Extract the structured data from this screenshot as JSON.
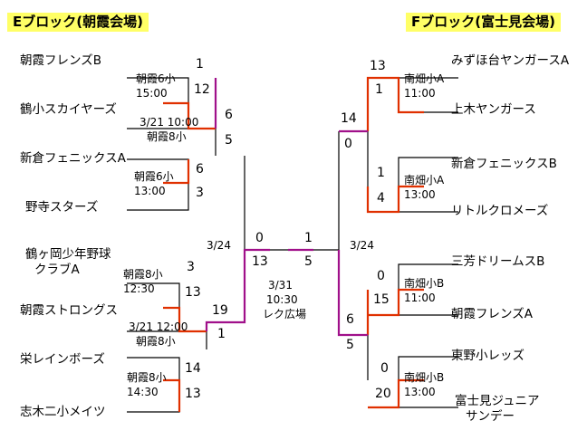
{
  "blocks": {
    "e": {
      "title": "Eブロック(朝霞会場)"
    },
    "f": {
      "title": "Fブロック(富士見会場)"
    }
  },
  "teams": {
    "e1": "朝霞フレンズB",
    "e2": "鶴小スカイヤーズ",
    "e3": "新倉フェニックスA",
    "e4": "野寺スターズ",
    "e5a": "鶴ヶ岡少年野球",
    "e5b": "クラブA",
    "e6": "朝霞ストロングス",
    "e7": "栄レインボーズ",
    "e8": "志木二小メイツ",
    "f1": "みずほ台ヤンガースA",
    "f2": "上木ヤンガース",
    "f3": "新倉フェニックスB",
    "f4": "リトルクロメーズ",
    "f5": "三芳ドリームスB",
    "f6": "朝霞フレンズA",
    "f7": "東野小レッズ",
    "f8a": "富士見ジュニア",
    "f8b": "サンデー"
  },
  "scores": {
    "e1": "1",
    "e2": "12",
    "e3": "6",
    "e4": "3",
    "e5": "3",
    "e6": "13",
    "e7": "14",
    "e8": "13",
    "e12": "6",
    "e34": "5",
    "e56": "19",
    "e78": "1",
    "esemiTop": "0",
    "esemiBot": "13",
    "final_left": "1",
    "final_right": "5",
    "f1": "13",
    "f2": "1",
    "f3": "1",
    "f4": "4",
    "f5": "0",
    "f6": "15",
    "f7": "0",
    "f8": "20",
    "f12": "14",
    "f34": "0",
    "f56": "6",
    "f78": "5"
  },
  "venues": {
    "e12a": "朝霞6小",
    "e12b": "15:00",
    "eR2a": "3/21 10:00",
    "eR2b": "朝霞8小",
    "e34a": "朝霞6小",
    "e34b": "13:00",
    "e56a": "朝霞8小",
    "e56b": "12:30",
    "eR2c": "3/21 12:00",
    "eR2d": "朝霞8小",
    "e78a": "朝霞8小",
    "e78b": "14:30",
    "f12a": "南畑小A",
    "f12b": "11:00",
    "f34a": "南畑小A",
    "f34b": "13:00",
    "f56a": "南畑小B",
    "f56b": "11:00",
    "f78a": "南畑小B",
    "f78b": "13:00"
  },
  "dates": {
    "semi_left": "3/24",
    "semi_right": "3/24",
    "final_date": "3/31",
    "final_time": "10:30",
    "final_place": "レク広場"
  },
  "colors": {
    "line": "#000000",
    "winner": "#e03000",
    "winner2": "#a0108a",
    "title_bg": "#ffff66"
  }
}
